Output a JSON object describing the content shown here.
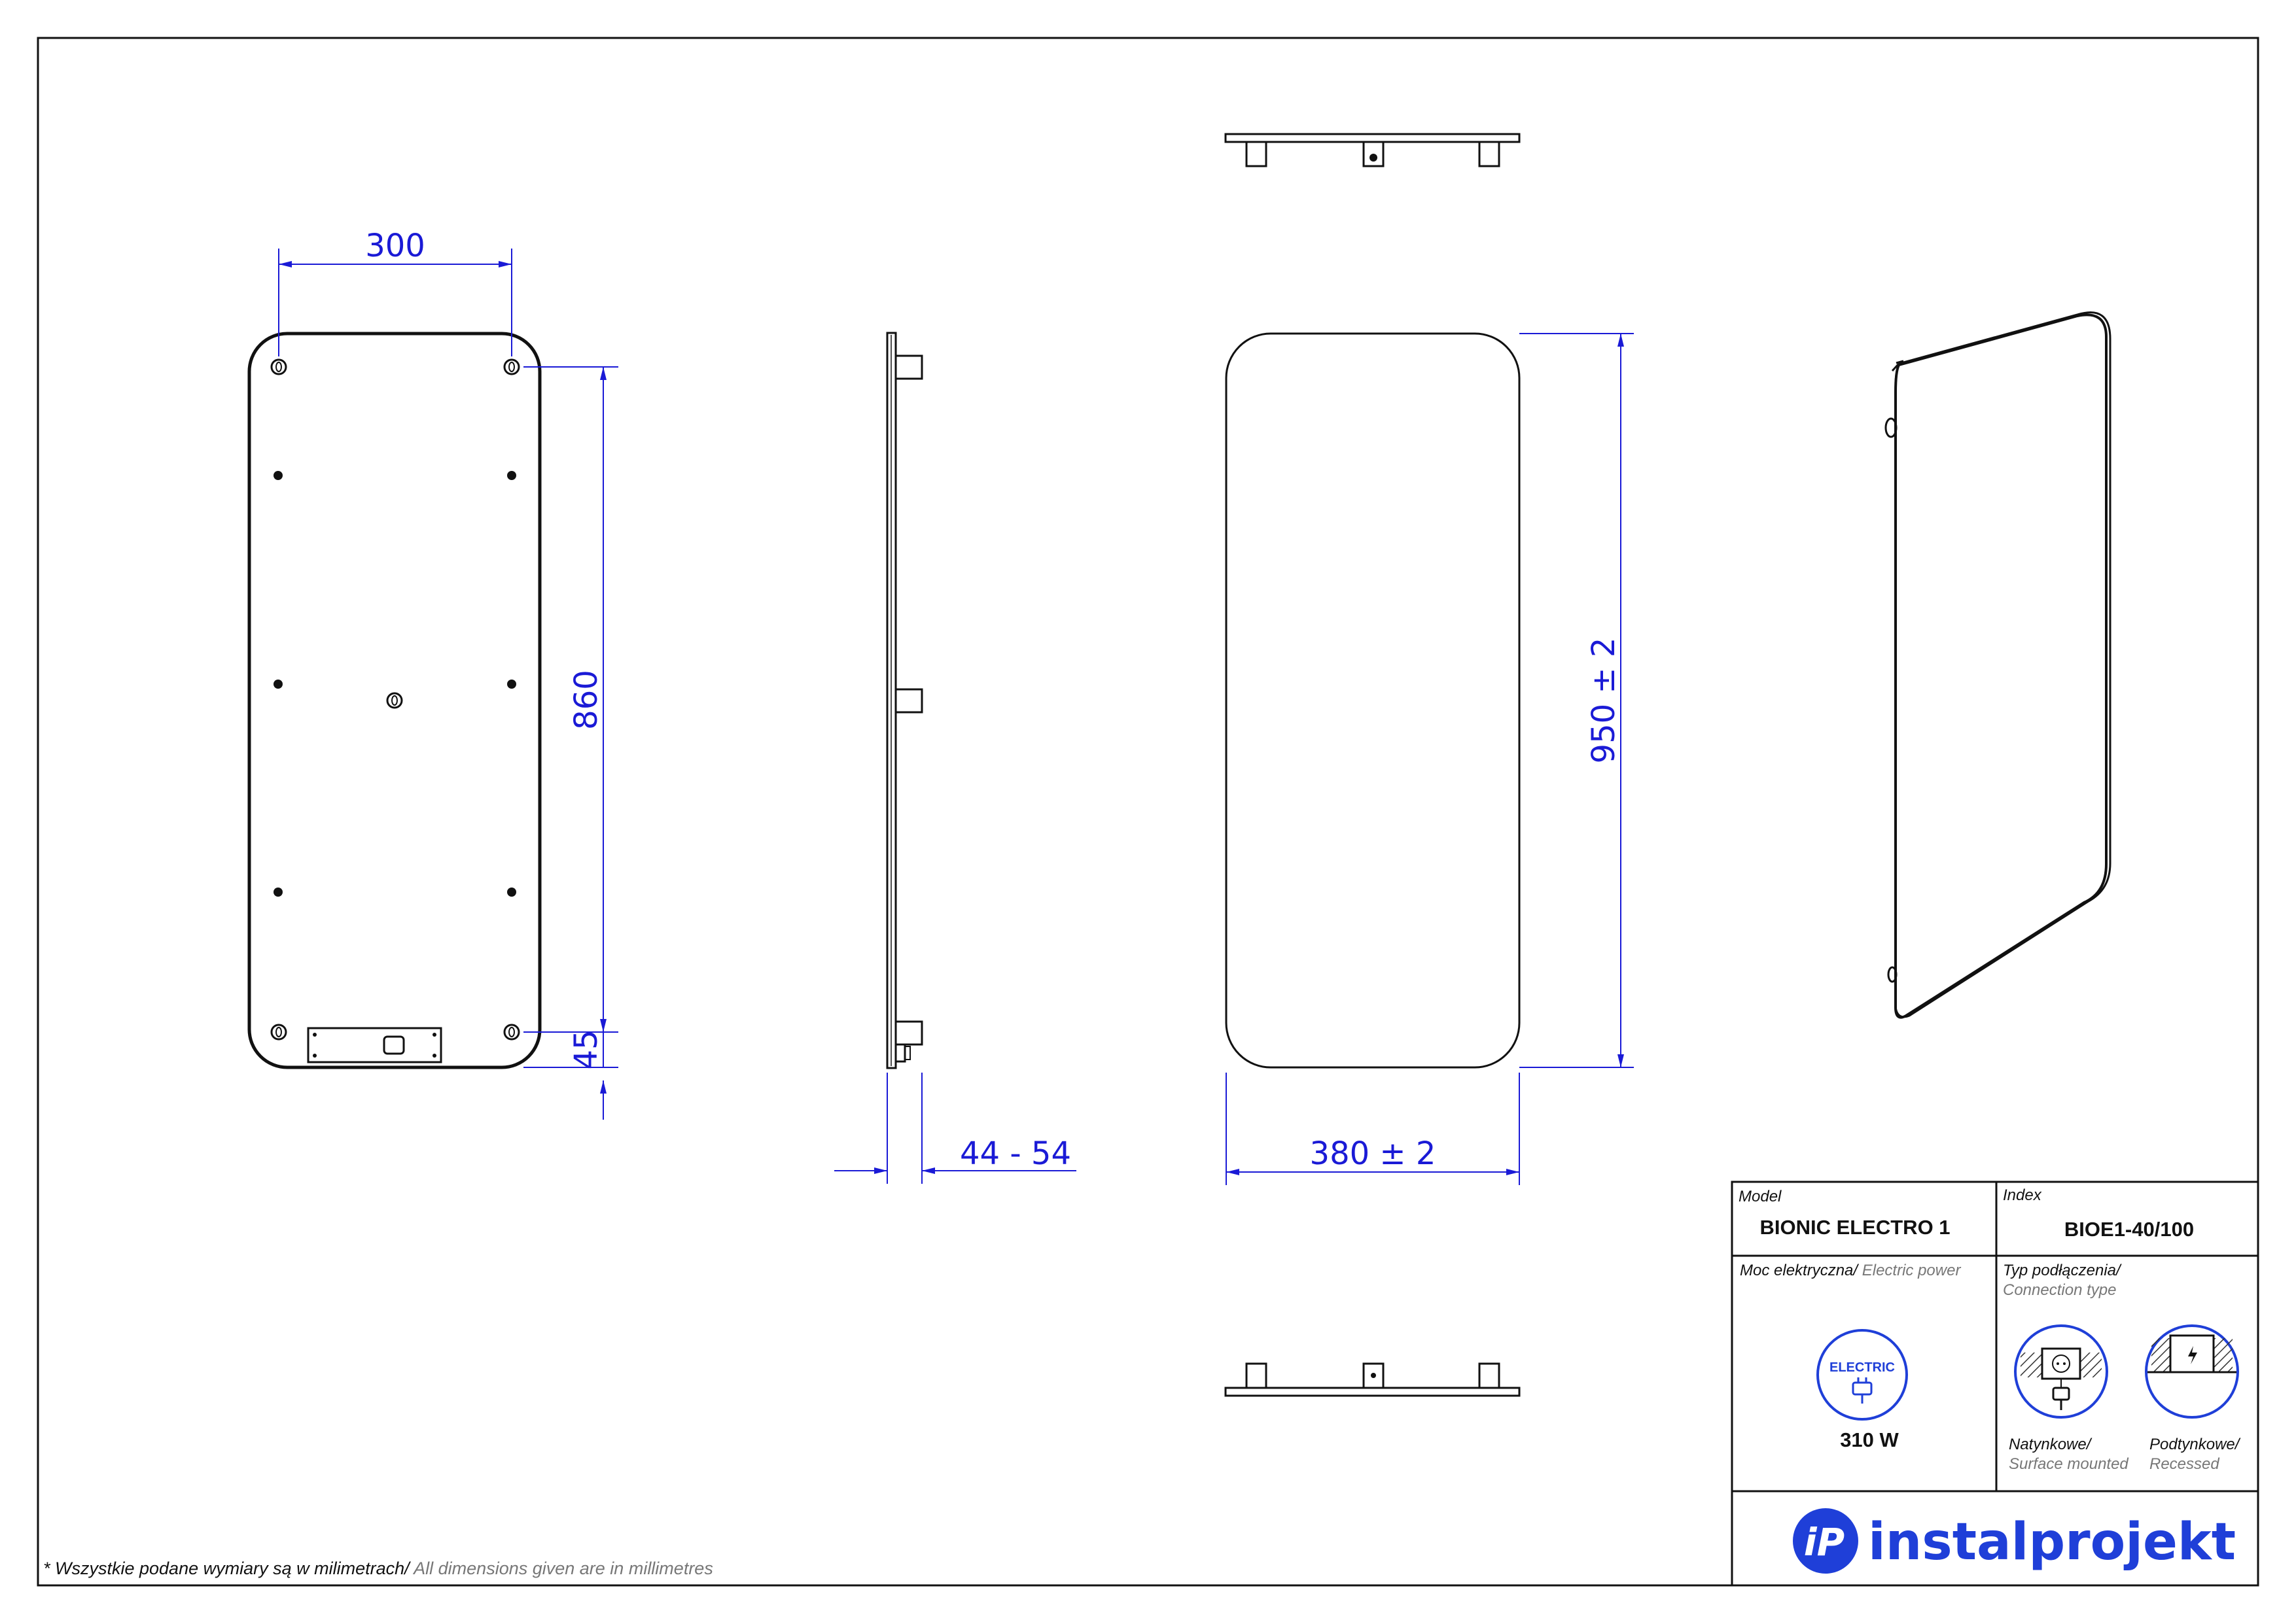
{
  "dimensions": {
    "width_holes": "300",
    "height_holes": "860",
    "bottom_offset": "45",
    "depth": "44 - 54",
    "overall_width": "380  ± 2",
    "overall_height": "950  ± 2"
  },
  "title_block": {
    "model_label": "Model",
    "model_value": "BIONIC ELECTRO 1",
    "index_label": "Index",
    "index_value": "BIOE1-40/100",
    "power_label_pl": "Moc elektryczna/",
    "power_label_en": " Electric power",
    "power_icon_text": "ELECTRIC",
    "power_value": "310 W",
    "connection_label_pl": "Typ podłączenia/",
    "connection_label_en": "Connection type",
    "surface_pl": "Natynkowe/",
    "surface_en": "Surface mounted",
    "recessed_pl": "Podtynkowe/",
    "recessed_en": "Recessed",
    "brand_name": "instalprojekt"
  },
  "footnote": {
    "pl": "* Wszystkie podane wymiary są w milimetrach/",
    "en": " All dimensions given are in millimetres"
  },
  "colors": {
    "dimension": "#1a1ad6",
    "brand": "#1f3fd8",
    "outline": "#111111"
  }
}
